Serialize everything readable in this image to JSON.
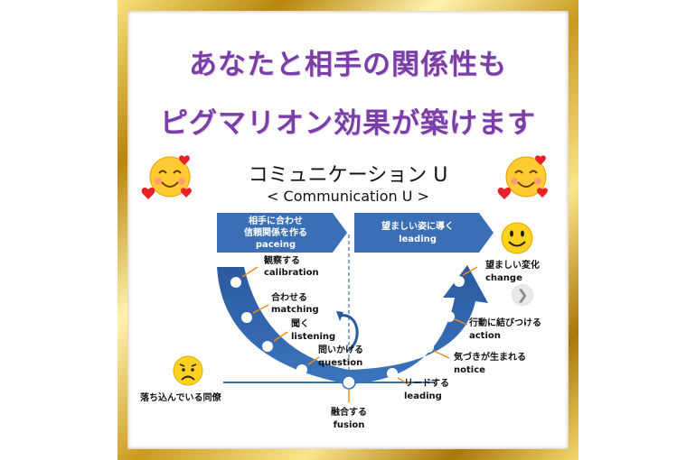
{
  "headline": {
    "line1": "あなたと相手の関係性も",
    "line2": "ピグマリオン効果が築けます"
  },
  "diagram": {
    "title": "コミュニケーション U",
    "subtitle": "< Communication U >",
    "left_box": {
      "line1": "相手に合わせ",
      "line2": "信頼関係を作る",
      "line3": "paceing"
    },
    "right_box": {
      "line1": "望ましい姿に導く",
      "line2": "leading"
    },
    "steps": [
      {
        "jp": "観察する",
        "en": "calibration"
      },
      {
        "jp": "合わせる",
        "en": "matching"
      },
      {
        "jp": "聞く",
        "en": "listening"
      },
      {
        "jp": "問いかける",
        "en": "question"
      },
      {
        "jp": "融合する",
        "en": "fusion"
      },
      {
        "jp": "リードする",
        "en": "leading"
      },
      {
        "jp": "気づきが生まれる",
        "en": "notice"
      },
      {
        "jp": "行動に結びつける",
        "en": "action"
      },
      {
        "jp": "望ましい変化",
        "en": "change"
      }
    ],
    "sad_label": "落ち込んでいる同僚",
    "colors": {
      "arrow": "#2f63a8",
      "box": "#3a6fb5",
      "heading": "#7a3fa6",
      "frame": "#c99a1e"
    }
  },
  "icons": [
    "smiling-face-with-hearts-icon",
    "smiling-face-with-hearts-icon",
    "smiley-face-icon",
    "sad-face-icon",
    "next-arrow-icon"
  ]
}
